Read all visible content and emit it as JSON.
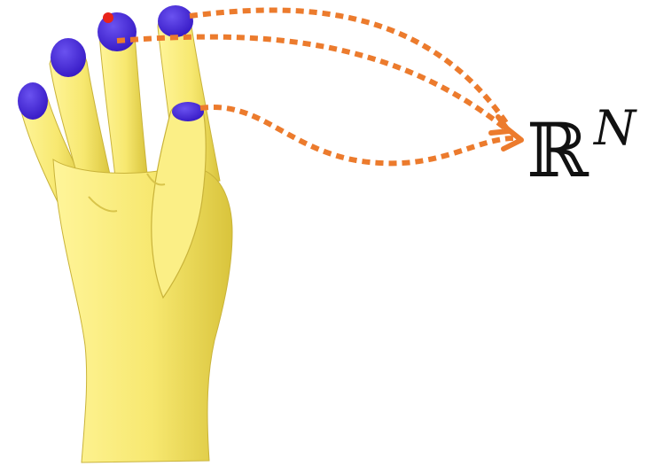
{
  "figure": {
    "label_set": "ℝ",
    "label_exponent": "N",
    "colors": {
      "hand_fill": "#f7e870",
      "hand_shade": "#e0cd45",
      "fingertip": "#4627d6",
      "arrow": "#ec7b2d",
      "source_point": "#e8231a"
    },
    "fingertip_count": 5,
    "mapping_arrow_count": 3
  }
}
